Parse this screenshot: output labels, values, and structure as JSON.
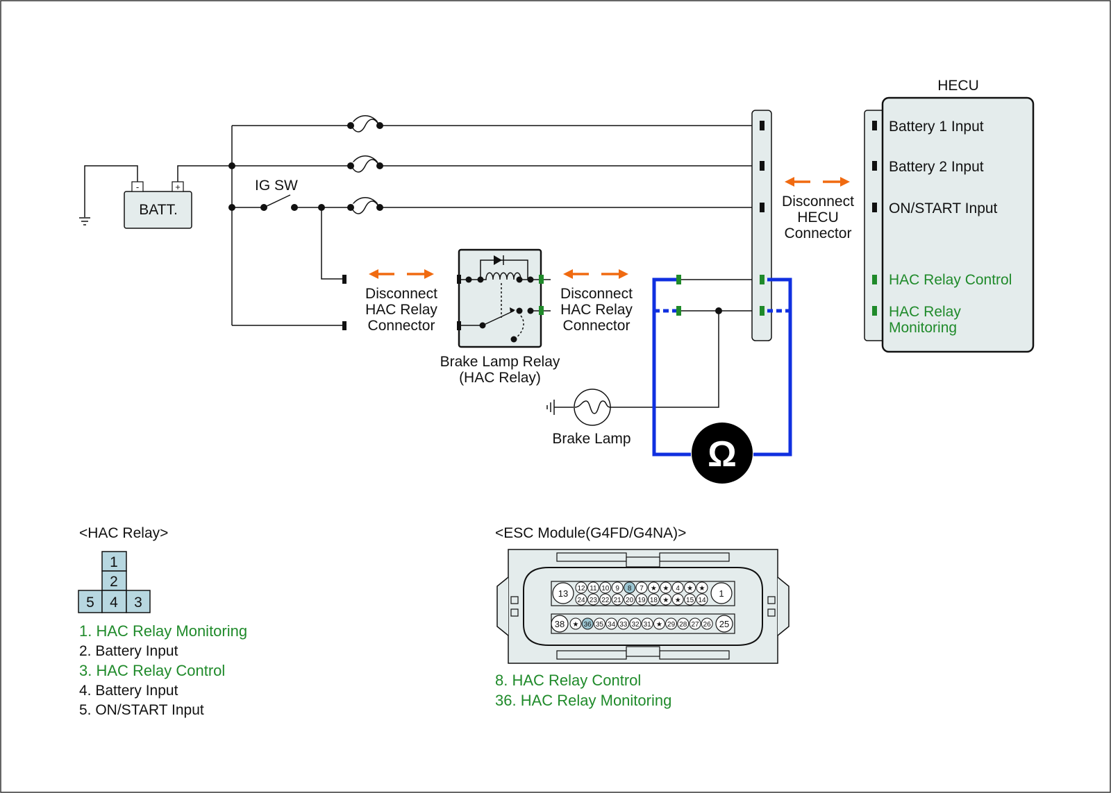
{
  "colors": {
    "wire": "#111111",
    "meter_loop": "#1030e0",
    "arrow": "#f06a10",
    "pin_green": "#1f8a2a",
    "green_text": "#1f8a2a",
    "box_fill": "#e4ecec",
    "pin_fill": "#b7d7e0",
    "pin_highlight": "#9cc6d2"
  },
  "icons": {
    "disconnect_arrow": "double-headed-dashed-arrow",
    "meter": "ohm-meter-icon",
    "lamp": "bulb-icon",
    "ground": "ground-icon",
    "fuse": "fuse-icon"
  },
  "battery": {
    "label": "BATT.",
    "neg": "-",
    "pos": "+"
  },
  "ig_switch": {
    "label": "IG SW"
  },
  "hecu": {
    "title": "HECU",
    "inputs": [
      {
        "label": "Battery 1 Input",
        "green": false
      },
      {
        "label": "Battery 2 Input",
        "green": false
      },
      {
        "label": "ON/START Input",
        "green": false
      },
      {
        "label": "HAC Relay Control",
        "green": true
      },
      {
        "label": "HAC Relay",
        "label2": "Monitoring",
        "green": true
      }
    ]
  },
  "disconnect_hecu": {
    "line1": "Disconnect",
    "line2": "HECU",
    "line3": "Connector"
  },
  "disconnect_relay_left": {
    "line1": "Disconnect",
    "line2": "HAC Relay",
    "line3": "Connector"
  },
  "disconnect_relay_right": {
    "line1": "Disconnect",
    "line2": "HAC Relay",
    "line3": "Connector"
  },
  "relay": {
    "line1": "Brake Lamp Relay",
    "line2": "(HAC Relay)"
  },
  "lamp": {
    "label": "Brake Lamp"
  },
  "meter": {
    "symbol": "Ω"
  },
  "hac_relay_connector": {
    "title": "<HAC Relay>",
    "pins": [
      "1",
      "2",
      "5",
      "4",
      "3"
    ],
    "legend": [
      {
        "text": "1. HAC Relay Monitoring",
        "green": true
      },
      {
        "text": "2. Battery Input",
        "green": false
      },
      {
        "text": "3. HAC Relay Control",
        "green": true
      },
      {
        "text": "4. Battery Input",
        "green": false
      },
      {
        "text": "5. ON/START Input",
        "green": false
      }
    ]
  },
  "esc_module": {
    "title": "<ESC Module(G4FD/G4NA)>",
    "row1_big_left": "13",
    "row1_big_right": "1",
    "row1_top": [
      "12",
      "11",
      "10",
      "9",
      "8",
      "7",
      "★",
      "★",
      "4",
      "★",
      "★"
    ],
    "row1_bottom": [
      "24",
      "23",
      "22",
      "21",
      "20",
      "19",
      "18",
      "★",
      "★",
      "15",
      "14"
    ],
    "row2_big_left": "38",
    "row2_big_right": "25",
    "row2": [
      "★",
      "36",
      "35",
      "34",
      "33",
      "32",
      "31",
      "★",
      "29",
      "28",
      "27",
      "26"
    ],
    "highlight_pins": [
      "8",
      "36"
    ],
    "legend": [
      {
        "text": "8. HAC Relay Control",
        "green": true
      },
      {
        "text": "36. HAC Relay Monitoring",
        "green": true
      }
    ]
  }
}
